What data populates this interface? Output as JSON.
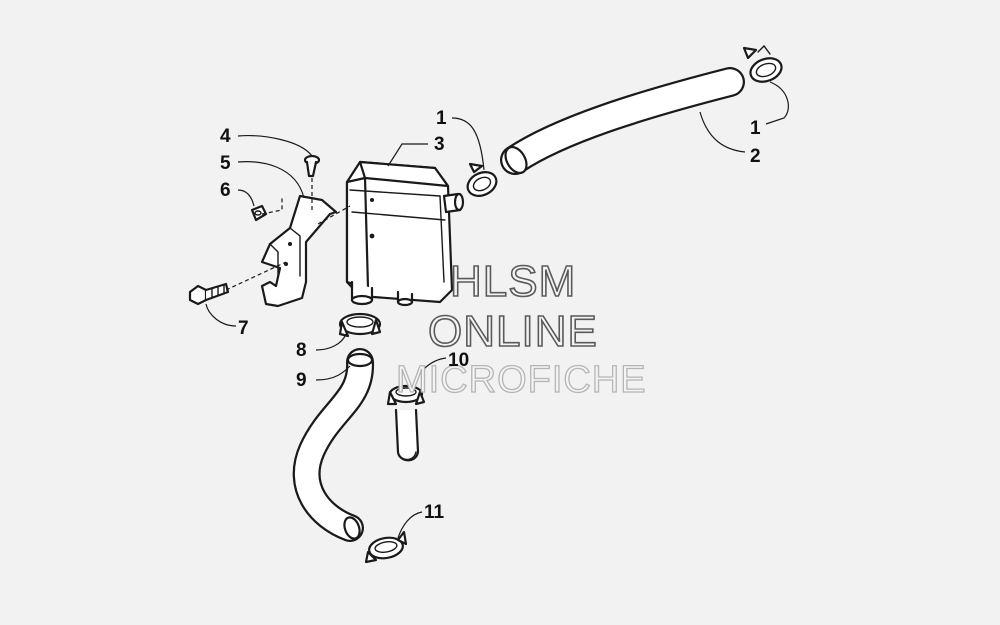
{
  "callouts": {
    "c1a": "1",
    "c1b": "1",
    "c2": "2",
    "c3": "3",
    "c4": "4",
    "c5": "5",
    "c6": "6",
    "c7": "7",
    "c8": "8",
    "c9": "9",
    "c10": "10",
    "c11": "11"
  },
  "watermark": {
    "line1": "HLSM",
    "line2": "ONLINE",
    "line3": "MICROFICHE"
  }
}
